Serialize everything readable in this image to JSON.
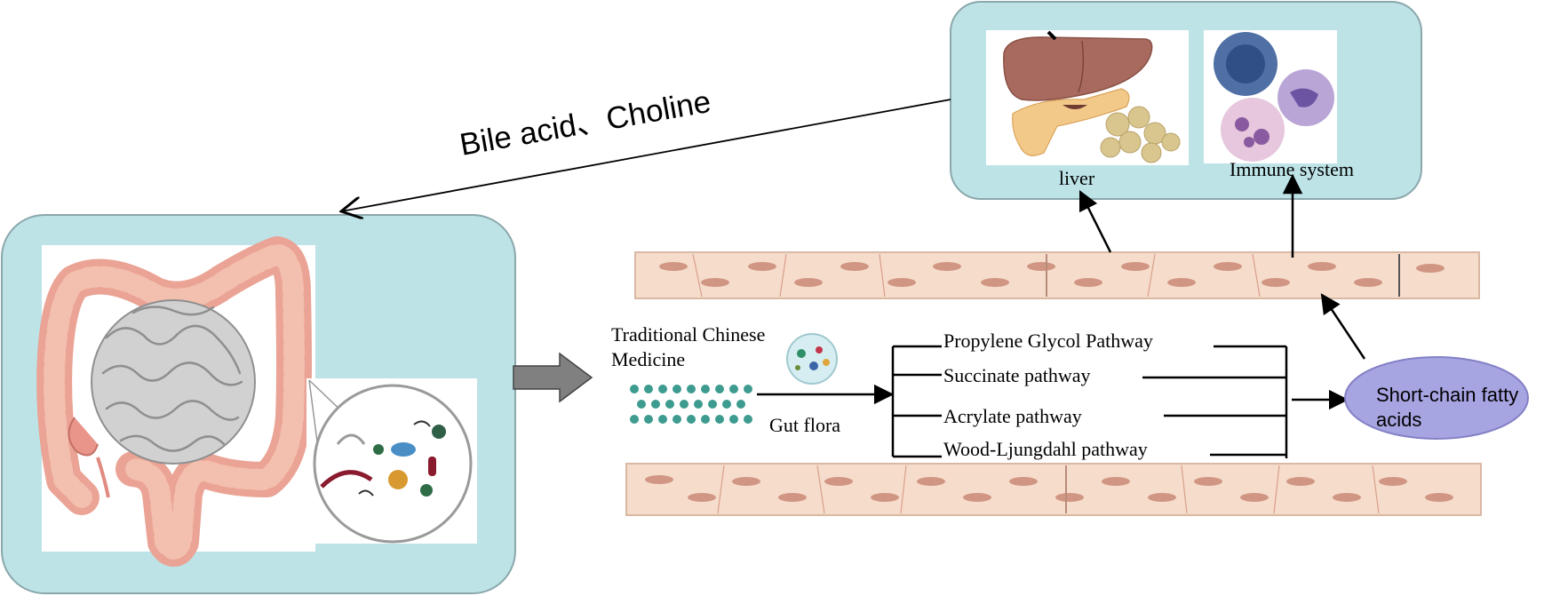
{
  "labels": {
    "top_arrow": "Bile acid、Choline",
    "liver": "liver",
    "immune": "Immune system",
    "tcm_line1": "Traditional Chinese",
    "tcm_line2": "Medicine",
    "gut_flora": "Gut flora",
    "scfa_line1": "Short-chain fatty",
    "scfa_line2": "acids"
  },
  "pathways": [
    "Propylene Glycol Pathway",
    "Succinate pathway",
    "Acrylate pathway",
    "Wood-Ljungdahl pathway"
  ],
  "colors": {
    "panel_fill": "#bde3e7",
    "panel_stroke": "#8aa7ab",
    "tissue_fill": "#f6dccb",
    "tissue_cell": "#d9a08b",
    "nucleus": "#c47f6c",
    "scfa_fill": "#a7a4e2",
    "arrow_block": "#808080"
  },
  "icons": [
    "intestine-illustration",
    "microbes-magnifier-icon",
    "liver-illustration",
    "immune-cells-illustration",
    "bacteria-dish-icon",
    "bacteria-strip-icon"
  ]
}
